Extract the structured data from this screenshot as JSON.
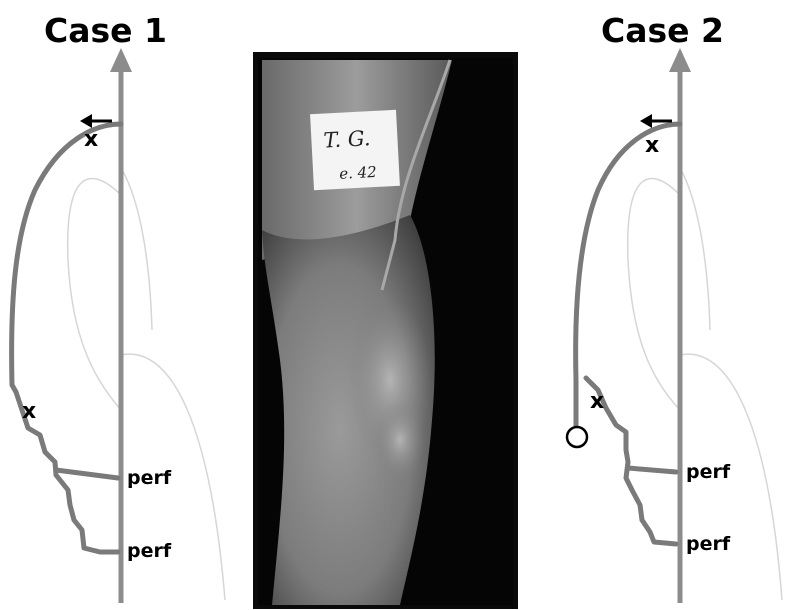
{
  "left_panel": {
    "title": "Case 1",
    "marks": [
      "x",
      "x"
    ],
    "perforators": [
      "perf",
      "perf"
    ]
  },
  "right_panel": {
    "title": "Case 2",
    "marks": [
      "x",
      "x"
    ],
    "perforators": [
      "perf",
      "perf"
    ]
  },
  "photo": {
    "label_line1": "T. G.",
    "label_line2": "e. 42"
  },
  "colors": {
    "axis": "#8c8c8c",
    "vein": "#7a7a7a",
    "contour": "#d6d6d6",
    "text": "#000000"
  },
  "icons": [
    "arrow-up-icon",
    "arrow-left-icon",
    "circle-icon"
  ]
}
